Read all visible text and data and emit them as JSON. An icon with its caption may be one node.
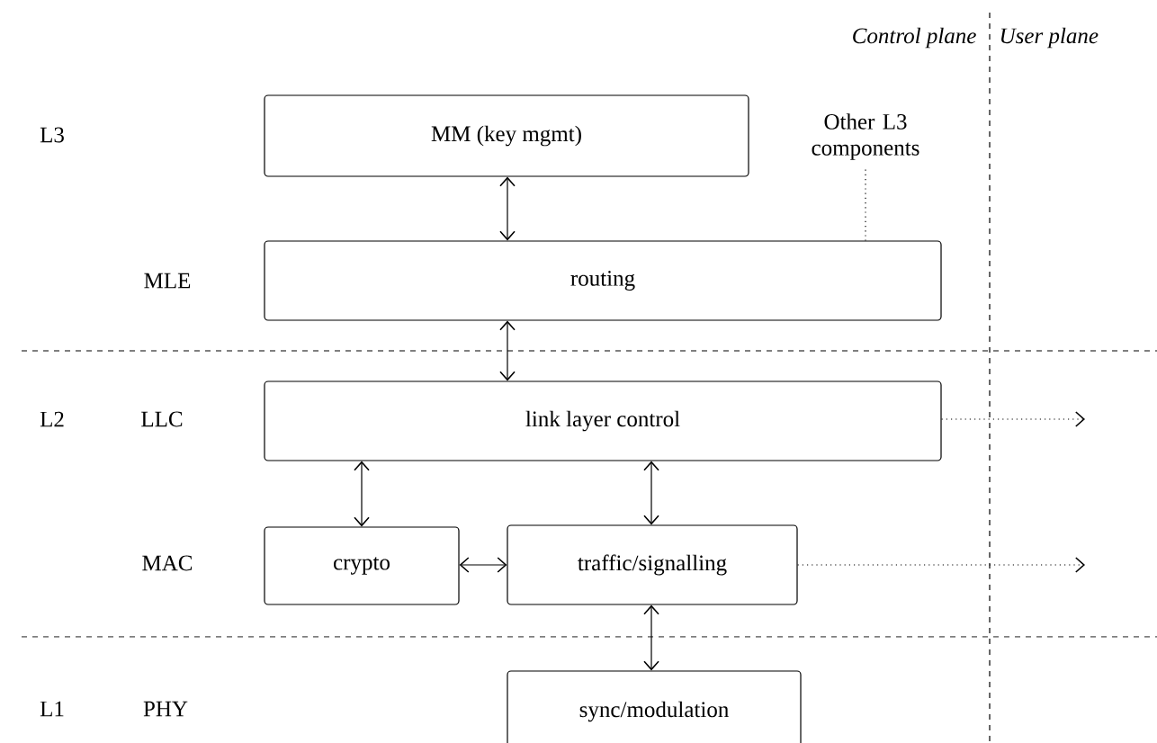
{
  "diagram": {
    "nodes": [
      {
        "text": [
          "MM (key mgmt)"
        ]
      },
      {
        "text": [
          "Other L3 components"
        ]
      },
      {
        "text": [
          "routing"
        ]
      },
      {
        "text": [
          "link layer control"
        ]
      },
      {
        "text": [
          "crypto"
        ]
      },
      {
        "text": [
          "traffic/signalling"
        ]
      },
      {
        "text": [
          "sync/modulation"
        ]
      }
    ],
    "edges": [
      {
        "from": 0,
        "to": 2,
        "arrow": "both"
      },
      {
        "from": 1,
        "to": 2,
        "arrow": "none",
        "style": "dashed"
      },
      {
        "from": 2,
        "to": 3,
        "arrow": "both"
      },
      {
        "from": 3,
        "to": 4,
        "arrow": "both"
      },
      {
        "from": 3,
        "to": 5,
        "arrow": "both"
      },
      {
        "from": 4,
        "to": 5,
        "arrow": "both"
      },
      {
        "from": 5,
        "to": 6,
        "arrow": "both"
      },
      {
        "from": 3,
        "to": null,
        "arrow": "to",
        "style": "dashed"
      },
      {
        "from": 5,
        "to": null,
        "arrow": "to",
        "style": "dashed"
      }
    ],
    "labels": [
      "Control plane",
      "User plane",
      "L3",
      "MLE",
      "L2",
      "LLC",
      "MAC",
      "L1",
      "PHY"
    ]
  }
}
